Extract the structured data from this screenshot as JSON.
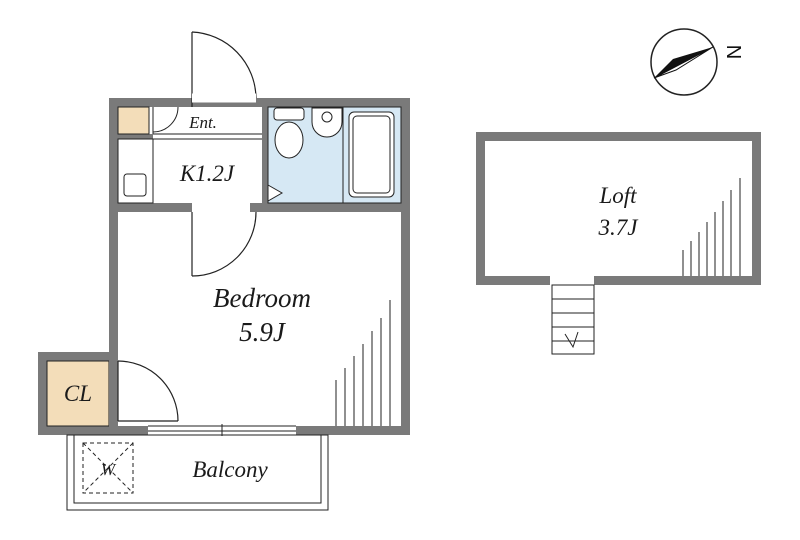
{
  "labels": {
    "entrance": "Ent.",
    "kitchen": "K1.2J",
    "bedroom_name": "Bedroom",
    "bedroom_size": "5.9J",
    "closet": "CL",
    "balcony": "Balcony",
    "washer": "W",
    "loft_name": "Loft",
    "loft_size": "3.7J",
    "north": "N"
  },
  "colors": {
    "wall": "#7a7a7a",
    "bath_fill": "#d6e8f4",
    "closet_fill": "#f3ddb9",
    "line": "#222222"
  },
  "icons": [
    "compass-icon",
    "toilet-icon",
    "sink-icon",
    "bathtub-icon",
    "stove-icon",
    "washer-icon",
    "stairs-icon"
  ]
}
